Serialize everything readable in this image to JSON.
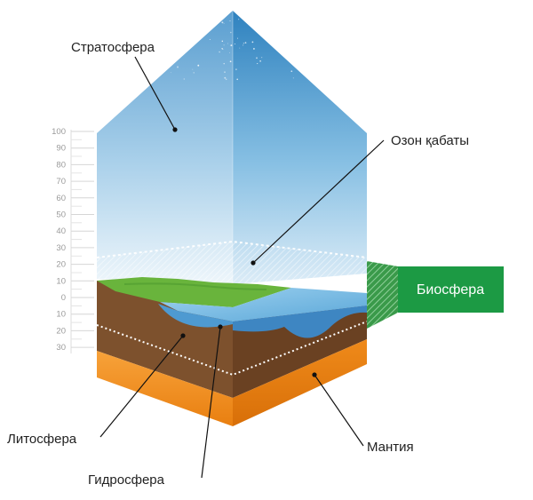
{
  "labels": {
    "stratosphere": "Стратосфера",
    "ozone": "Озон қабаты",
    "biosphere": "Биосфера",
    "lithosphere": "Литосфера",
    "hydrosphere": "Гидросфера",
    "mantle": "Мантия"
  },
  "scale": {
    "ticks": [
      "100",
      "90",
      "80",
      "70",
      "60",
      "50",
      "40",
      "30",
      "20",
      "10",
      "0",
      "10",
      "20",
      "30"
    ]
  },
  "colors": {
    "sky_top": "#3f8fc6",
    "sky_bottom": "#e6f2fa",
    "biosphere_box": "#1c9a44",
    "soil": "#7a4f2c",
    "mantle": "#f08a1c",
    "water": "#6fb3de",
    "land": "#66b339"
  }
}
